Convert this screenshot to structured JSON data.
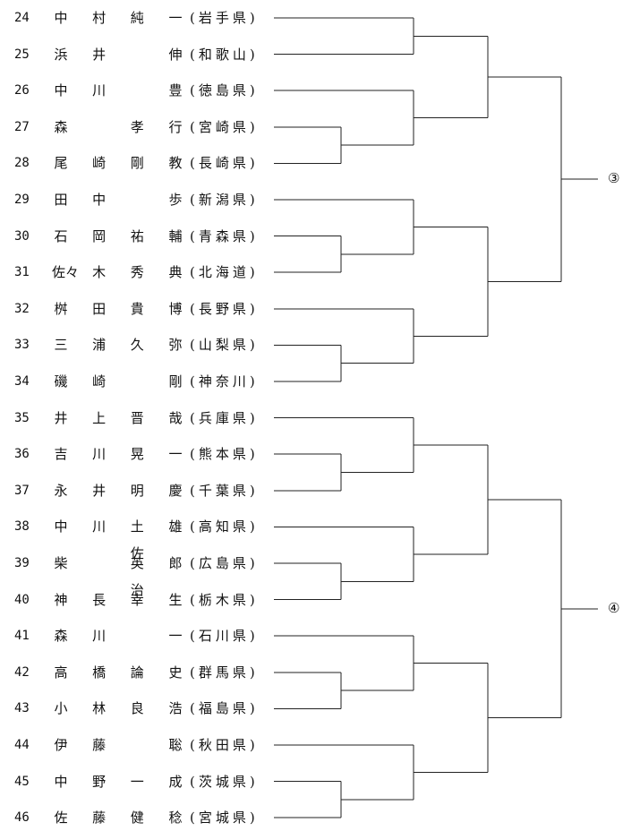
{
  "entries": [
    {
      "num": "24",
      "name": [
        "中",
        "村",
        "純",
        "一"
      ],
      "pref": "(岩手県)"
    },
    {
      "num": "25",
      "name": [
        "浜",
        "井",
        "",
        "伸"
      ],
      "pref": "(和歌山)"
    },
    {
      "num": "26",
      "name": [
        "中",
        "川",
        "",
        "豊"
      ],
      "pref": "(徳島県)"
    },
    {
      "num": "27",
      "name": [
        "森",
        "",
        "孝",
        "行"
      ],
      "pref": "(宮崎県)"
    },
    {
      "num": "28",
      "name": [
        "尾",
        "崎",
        "剛",
        "教"
      ],
      "pref": "(長崎県)"
    },
    {
      "num": "29",
      "name": [
        "田",
        "中",
        "",
        "歩"
      ],
      "pref": "(新潟県)"
    },
    {
      "num": "30",
      "name": [
        "石",
        "岡",
        "祐",
        "輔"
      ],
      "pref": "(青森県)"
    },
    {
      "num": "31",
      "name": [
        "佐々",
        "木",
        "秀",
        "典"
      ],
      "pref": "(北海道)"
    },
    {
      "num": "32",
      "name": [
        "桝",
        "田",
        "貴",
        "博"
      ],
      "pref": "(長野県)"
    },
    {
      "num": "33",
      "name": [
        "三",
        "浦",
        "久",
        "弥"
      ],
      "pref": "(山梨県)"
    },
    {
      "num": "34",
      "name": [
        "磯",
        "崎",
        "",
        "剛"
      ],
      "pref": "(神奈川)"
    },
    {
      "num": "35",
      "name": [
        "井",
        "上",
        "晋",
        "哉"
      ],
      "pref": "(兵庫県)"
    },
    {
      "num": "36",
      "name": [
        "吉",
        "川",
        "晃",
        "一"
      ],
      "pref": "(熊本県)"
    },
    {
      "num": "37",
      "name": [
        "永",
        "井",
        "明",
        "慶"
      ],
      "pref": "(千葉県)"
    },
    {
      "num": "38",
      "name": [
        "中",
        "川",
        "土佐",
        "雄"
      ],
      "pref": "(高知県)"
    },
    {
      "num": "39",
      "name": [
        "柴",
        "",
        "英治",
        "郎"
      ],
      "pref": "(広島県)"
    },
    {
      "num": "40",
      "name": [
        "神",
        "長",
        "幸",
        "生"
      ],
      "pref": "(栃木県)"
    },
    {
      "num": "41",
      "name": [
        "森",
        "川",
        "",
        "一"
      ],
      "pref": "(石川県)"
    },
    {
      "num": "42",
      "name": [
        "高",
        "橋",
        "論",
        "史"
      ],
      "pref": "(群馬県)"
    },
    {
      "num": "43",
      "name": [
        "小",
        "林",
        "良",
        "浩"
      ],
      "pref": "(福島県)"
    },
    {
      "num": "44",
      "name": [
        "伊",
        "藤",
        "",
        "聡"
      ],
      "pref": "(秋田県)"
    },
    {
      "num": "45",
      "name": [
        "中",
        "野",
        "一",
        "成"
      ],
      "pref": "(茨城県)"
    },
    {
      "num": "46",
      "name": [
        "佐",
        "藤",
        "健",
        "稔"
      ],
      "pref": "(宮城県)"
    }
  ],
  "finals": {
    "upper": "③",
    "lower": "④"
  },
  "colors": {
    "line": "#222222",
    "text": "#111111"
  }
}
